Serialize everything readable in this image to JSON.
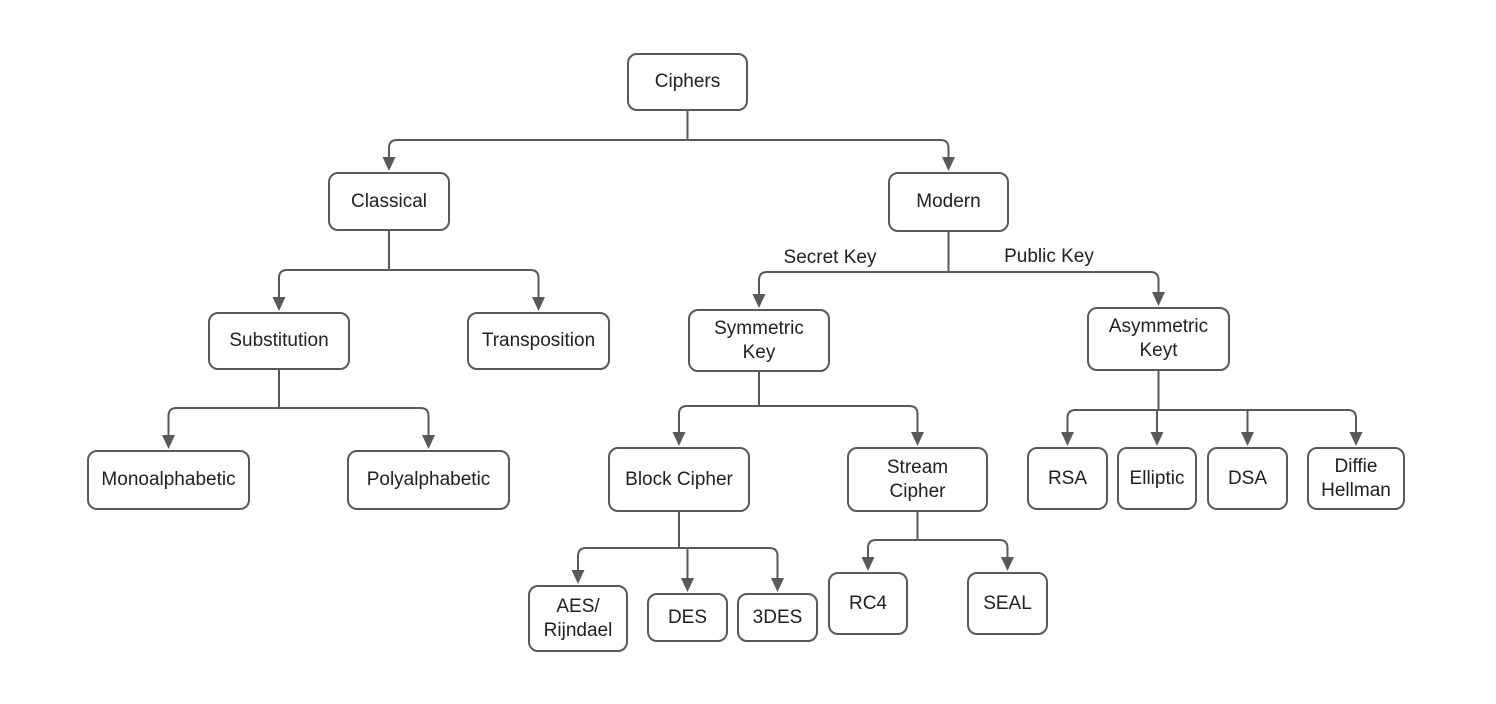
{
  "diagram": {
    "type": "tree-flowchart",
    "root": "Ciphers"
  },
  "nodes": {
    "ciphers": {
      "label": "Ciphers"
    },
    "classical": {
      "label": "Classical"
    },
    "modern": {
      "label": "Modern"
    },
    "substitution": {
      "label": "Substitution"
    },
    "transposition": {
      "label": "Transposition"
    },
    "symmetric_key": {
      "label": "Symmetric\nKey"
    },
    "asymmetric_keyt": {
      "label": "Asymmetric\nKeyt"
    },
    "monoalphabetic": {
      "label": "Monoalphabetic"
    },
    "polyalphabetic": {
      "label": "Polyalphabetic"
    },
    "block_cipher": {
      "label": "Block Cipher"
    },
    "stream_cipher": {
      "label": "Stream\nCipher"
    },
    "rsa": {
      "label": "RSA"
    },
    "elliptic": {
      "label": "Elliptic"
    },
    "dsa": {
      "label": "DSA"
    },
    "diffie_hellman": {
      "label": "Diffie\nHellman"
    },
    "aes_rijndael": {
      "label": "AES/\nRijndael"
    },
    "des": {
      "label": "DES"
    },
    "tdes": {
      "label": "3DES"
    },
    "rc4": {
      "label": "RC4"
    },
    "seal": {
      "label": "SEAL"
    }
  },
  "edge_labels": {
    "secret_key": "Secret Key",
    "public_key": "Public Key"
  },
  "edges": [
    {
      "from": "Ciphers",
      "to": "Classical"
    },
    {
      "from": "Ciphers",
      "to": "Modern"
    },
    {
      "from": "Classical",
      "to": "Substitution"
    },
    {
      "from": "Classical",
      "to": "Transposition"
    },
    {
      "from": "Modern",
      "to": "Symmetric Key",
      "label": "Secret Key"
    },
    {
      "from": "Modern",
      "to": "Asymmetric Keyt",
      "label": "Public Key"
    },
    {
      "from": "Substitution",
      "to": "Monoalphabetic"
    },
    {
      "from": "Substitution",
      "to": "Polyalphabetic"
    },
    {
      "from": "Symmetric Key",
      "to": "Block Cipher"
    },
    {
      "from": "Symmetric Key",
      "to": "Stream Cipher"
    },
    {
      "from": "Asymmetric Keyt",
      "to": "RSA"
    },
    {
      "from": "Asymmetric Keyt",
      "to": "Elliptic"
    },
    {
      "from": "Asymmetric Keyt",
      "to": "DSA"
    },
    {
      "from": "Asymmetric Keyt",
      "to": "Diffie Hellman"
    },
    {
      "from": "Block Cipher",
      "to": "AES/Rijndael"
    },
    {
      "from": "Block Cipher",
      "to": "DES"
    },
    {
      "from": "Block Cipher",
      "to": "3DES"
    },
    {
      "from": "Stream Cipher",
      "to": "RC4"
    },
    {
      "from": "Stream Cipher",
      "to": "SEAL"
    }
  ],
  "colors": {
    "node_border": "#595959",
    "connector": "#595959",
    "arrowhead": "#595959",
    "node_fill": "#ffffff",
    "text": "#212121",
    "background": "#ffffff"
  }
}
